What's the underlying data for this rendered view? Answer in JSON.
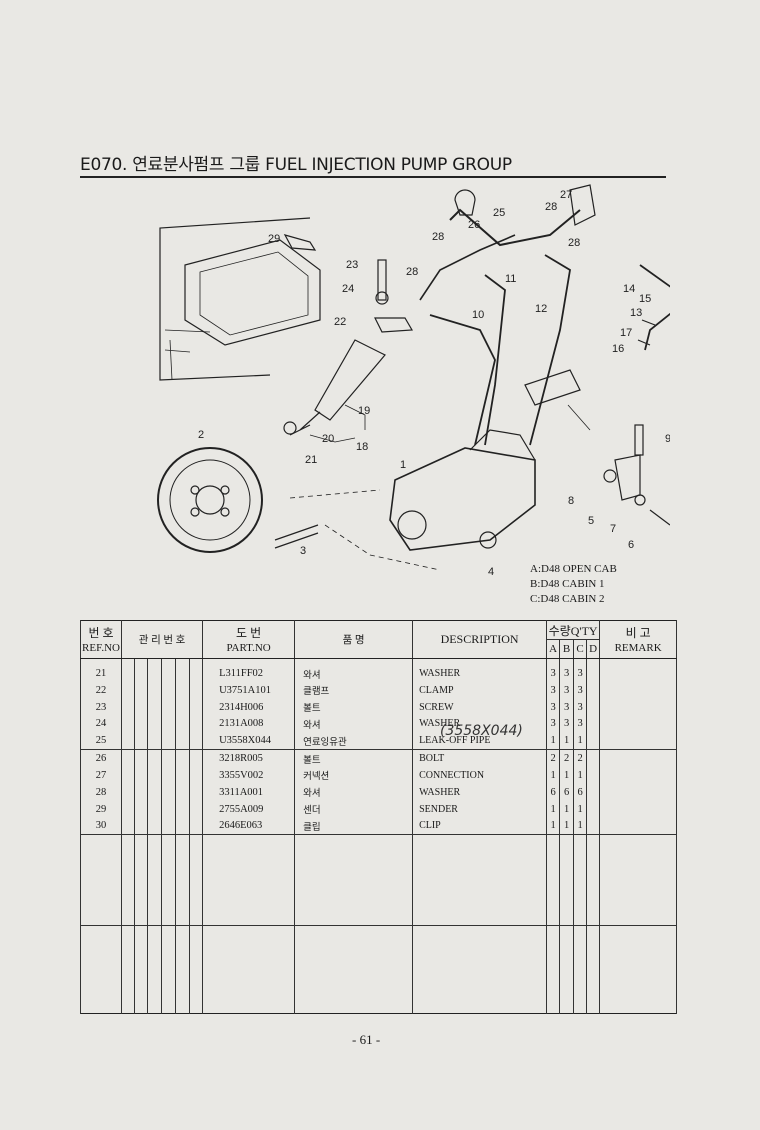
{
  "title": "E070. 연료분사펌프 그룹 FUEL INJECTION PUMP GROUP",
  "legend": [
    "A:D48 OPEN CAB",
    "B:D48 CABIN 1",
    "C:D48 CABIN 2"
  ],
  "callouts": [
    "1",
    "2",
    "3",
    "4",
    "5",
    "6",
    "7",
    "8",
    "9",
    "10",
    "11",
    "12",
    "13",
    "14",
    "15",
    "16",
    "17",
    "18",
    "19",
    "20",
    "21",
    "22",
    "23",
    "24",
    "25",
    "26",
    "27",
    "28",
    "29",
    "28",
    "28",
    "28"
  ],
  "table": {
    "headers": {
      "ref_kor": "번 호",
      "ref_eng": "REF.NO",
      "mgmt": "관 리 번 호",
      "part_kor": "도 번",
      "part_eng": "PART.NO",
      "name_kor": "품 명",
      "desc": "DESCRIPTION",
      "qty_kor": "수량",
      "qty_eng": "Q'TY",
      "qty_cols": [
        "A",
        "B",
        "C",
        "D"
      ],
      "remark_kor": "비 고",
      "remark_eng": "REMARK"
    },
    "rows": [
      {
        "ref": "21",
        "part": "L311FF02",
        "name": "와셔",
        "desc": "WASHER",
        "qty": [
          "3",
          "3",
          "3",
          ""
        ]
      },
      {
        "ref": "22",
        "part": "U3751A101",
        "name": "클램프",
        "desc": "CLAMP",
        "qty": [
          "3",
          "3",
          "3",
          ""
        ]
      },
      {
        "ref": "23",
        "part": "2314H006",
        "name": "볼트",
        "desc": "SCREW",
        "qty": [
          "3",
          "3",
          "3",
          ""
        ]
      },
      {
        "ref": "24",
        "part": "2131A008",
        "name": "와셔",
        "desc": "WASHER",
        "qty": [
          "3",
          "3",
          "3",
          ""
        ]
      },
      {
        "ref": "25",
        "part": "U3558X044",
        "name": "연료잉유관",
        "desc": "LEAK-OFF PIPE",
        "qty": [
          "1",
          "1",
          "1",
          ""
        ]
      },
      {
        "ref": "26",
        "part": "3218R005",
        "name": "볼트",
        "desc": "BOLT",
        "qty": [
          "2",
          "2",
          "2",
          ""
        ]
      },
      {
        "ref": "27",
        "part": "3355V002",
        "name": "커넥션",
        "desc": "CONNECTION",
        "qty": [
          "1",
          "1",
          "1",
          ""
        ]
      },
      {
        "ref": "28",
        "part": "3311A001",
        "name": "와셔",
        "desc": "WASHER",
        "qty": [
          "6",
          "6",
          "6",
          ""
        ]
      },
      {
        "ref": "29",
        "part": "2755A009",
        "name": "센더",
        "desc": "SENDER",
        "qty": [
          "1",
          "1",
          "1",
          ""
        ]
      },
      {
        "ref": "30",
        "part": "2646E063",
        "name": "클립",
        "desc": "CLIP",
        "qty": [
          "1",
          "1",
          "1",
          ""
        ]
      }
    ]
  },
  "handwritten_note": "(3558X044)",
  "page_number": "- 61 -"
}
